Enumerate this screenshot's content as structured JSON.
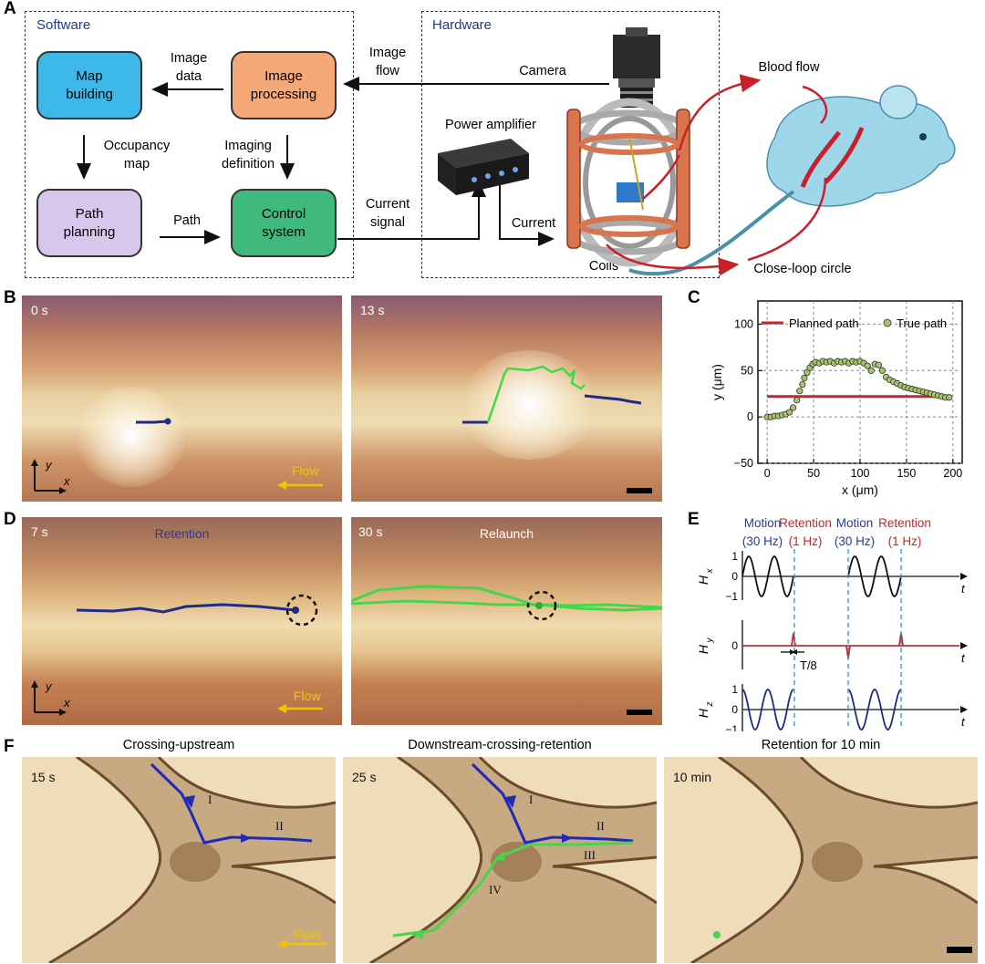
{
  "panels": {
    "A": "A",
    "B": "B",
    "C": "C",
    "D": "D",
    "E": "E",
    "F": "F"
  },
  "panel_a": {
    "software_title": "Software",
    "hardware_title": "Hardware",
    "blocks": {
      "map_building": "Map\nbuilding",
      "image_processing": "Image\nprocessing",
      "path_planning": "Path\nplanning",
      "control_system": "Control\nsystem"
    },
    "labels": {
      "image_data": "Image\ndata",
      "image_flow": "Image\nflow",
      "camera": "Camera",
      "occupancy_map": "Occupancy\nmap",
      "imaging_definition": "Imaging\ndefinition",
      "path": "Path",
      "current_signal": "Current\nsignal",
      "power_amplifier": "Power amplifier",
      "current": "Current",
      "coils": "Coils",
      "blood_flow": "Blood flow",
      "close_loop": "Close-loop circle"
    },
    "colors": {
      "map_building": "#3db8e8",
      "image_processing": "#f5a878",
      "path_planning": "#d8c7ec",
      "control_system": "#3fb97c",
      "coil": "#d9754e",
      "vessel": "#c8202a",
      "mouse": "#9fd7ea"
    }
  },
  "panel_b": {
    "frames": [
      {
        "time": "0 s"
      },
      {
        "time": "13 s"
      }
    ],
    "flow_label": "Flow",
    "axis_x": "x",
    "axis_y": "y"
  },
  "chart_data": {
    "type": "scatter",
    "xlabel": "x (μm)",
    "ylabel": "y (μm)",
    "xlim": [
      -10,
      210
    ],
    "ylim": [
      -50,
      125
    ],
    "xticks": [
      0,
      50,
      100,
      150,
      200
    ],
    "yticks": [
      -50,
      0,
      50,
      100
    ],
    "grid": true,
    "legend_position": "top",
    "series": [
      {
        "name": "Planned path",
        "type": "line",
        "color": "#c0282d",
        "x": [
          0,
          198
        ],
        "y": [
          22,
          22
        ]
      },
      {
        "name": "True path",
        "type": "scatter",
        "color": "#a8c46a",
        "x": [
          0,
          4,
          8,
          12,
          16,
          20,
          24,
          28,
          32,
          35,
          38,
          40,
          43,
          46,
          49,
          52,
          56,
          60,
          64,
          68,
          72,
          76,
          80,
          84,
          88,
          92,
          96,
          100,
          104,
          108,
          112,
          116,
          120,
          124,
          128,
          132,
          136,
          140,
          144,
          148,
          152,
          156,
          160,
          164,
          168,
          172,
          176,
          180,
          184,
          188,
          192,
          196
        ],
        "y": [
          0,
          0,
          1,
          1,
          2,
          3,
          5,
          10,
          18,
          28,
          35,
          42,
          48,
          53,
          57,
          59,
          58,
          60,
          59,
          60,
          58,
          60,
          59,
          60,
          58,
          60,
          59,
          60,
          58,
          55,
          50,
          57,
          56,
          50,
          43,
          40,
          38,
          36,
          34,
          32,
          31,
          30,
          29,
          28,
          27,
          26,
          25,
          24,
          23,
          22,
          21,
          21
        ]
      }
    ]
  },
  "panel_d": {
    "frames": [
      {
        "time": "7 s",
        "label": "Retention"
      },
      {
        "time": "30 s",
        "label": "Relaunch"
      }
    ],
    "flow_label": "Flow",
    "axis_x": "x",
    "axis_y": "y"
  },
  "panel_e": {
    "headers": [
      {
        "line1": "Motion",
        "line2": "(30 Hz)",
        "color": "#2b3a8f"
      },
      {
        "line1": "Retention",
        "line2": "(1 Hz)",
        "color": "#c0282d"
      },
      {
        "line1": "Motion",
        "line2": "(30 Hz)",
        "color": "#2b3a8f"
      },
      {
        "line1": "Retention",
        "line2": "(1 Hz)",
        "color": "#c0282d"
      }
    ],
    "axes": [
      {
        "name": "H",
        "sub": "x"
      },
      {
        "name": "H",
        "sub": "y"
      },
      {
        "name": "H",
        "sub": "z"
      }
    ],
    "t_label": "t",
    "yticks": [
      "1",
      "0",
      "−1"
    ],
    "period_label": "T/8"
  },
  "panel_f": {
    "frames": [
      {
        "title": "Crossing-upstream",
        "time": "15 s"
      },
      {
        "title": "Downstream-crossing-retention",
        "time": "25 s"
      },
      {
        "title": "Retention for 10 min",
        "time": "10 min"
      }
    ],
    "segments": [
      "I",
      "II",
      "III",
      "IV"
    ],
    "flow_label": "Flow"
  }
}
